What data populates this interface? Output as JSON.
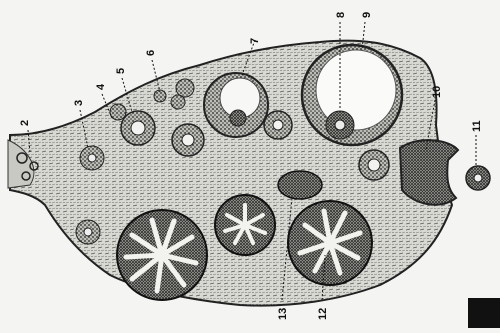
{
  "figure": {
    "labels": [
      {
        "id": "label-2-left",
        "text": "2"
      },
      {
        "id": "label-3",
        "text": "3"
      },
      {
        "id": "label-4",
        "text": "4"
      },
      {
        "id": "label-5",
        "text": "5"
      },
      {
        "id": "label-6",
        "text": "6"
      },
      {
        "id": "label-7",
        "text": "7"
      },
      {
        "id": "label-8",
        "text": "8"
      },
      {
        "id": "label-9",
        "text": "9"
      },
      {
        "id": "label-10",
        "text": "10"
      },
      {
        "id": "label-11",
        "text": "11"
      },
      {
        "id": "label-12",
        "text": "12"
      },
      {
        "id": "label-13",
        "text": "13"
      }
    ]
  }
}
